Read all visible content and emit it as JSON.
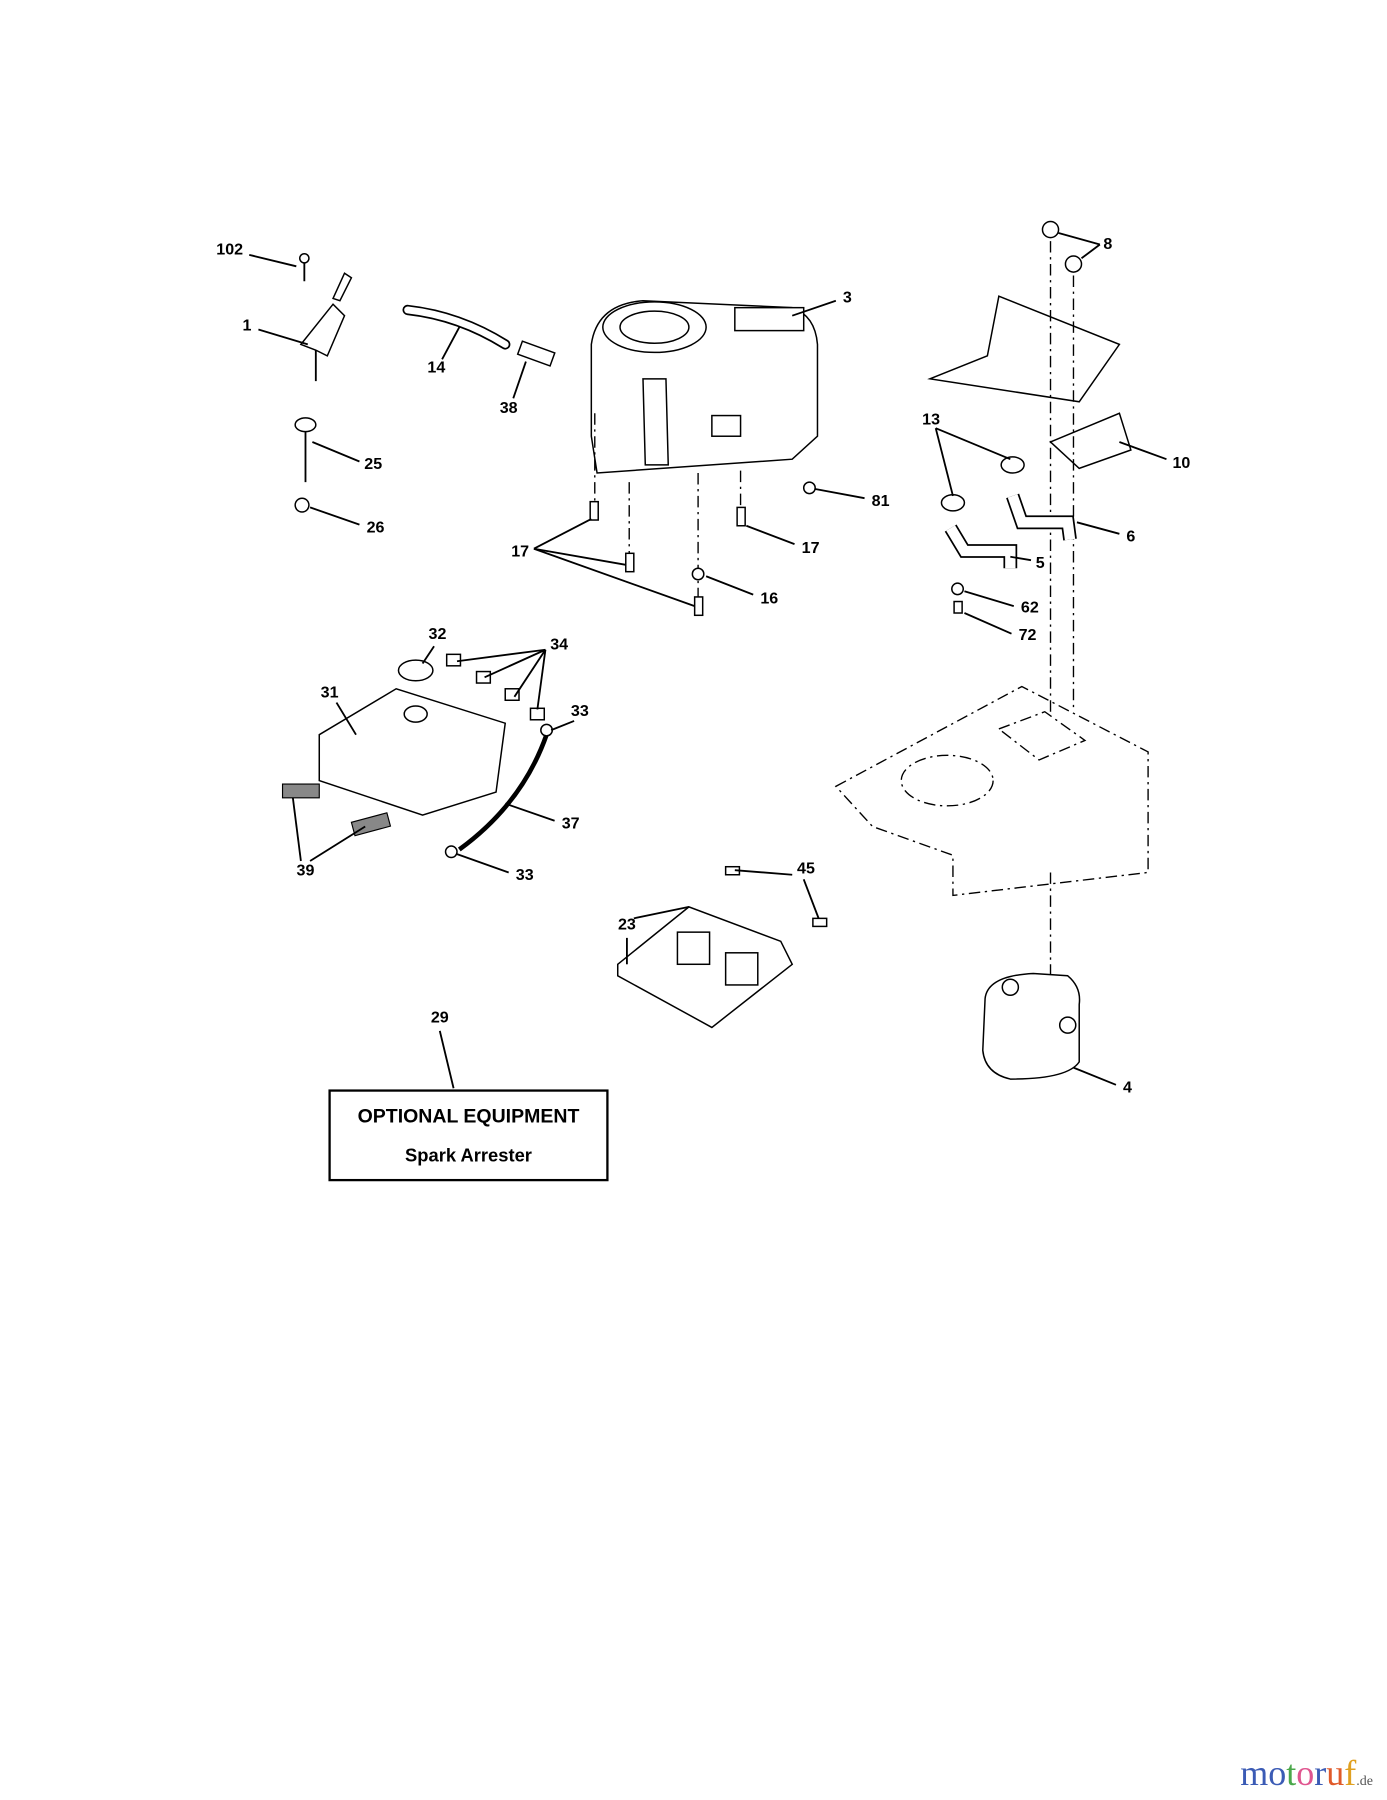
{
  "callouts": [
    "102",
    "1",
    "14",
    "38",
    "3",
    "25",
    "26",
    "81",
    "17",
    "17",
    "16",
    "8",
    "10",
    "13",
    "6",
    "5",
    "62",
    "72",
    "32",
    "34",
    "31",
    "33",
    "37",
    "39",
    "33",
    "45",
    "23",
    "29",
    "4"
  ],
  "optional_box": {
    "line1": "OPTIONAL EQUIPMENT",
    "line2": "Spark Arrester"
  },
  "logo": {
    "text": "motoruf",
    "tld": ".de",
    "colors": [
      "#3b5bb5",
      "#3b5bb5",
      "#4aa84a",
      "#e0558f",
      "#3b5bb5",
      "#e05a2a",
      "#e0a020"
    ]
  }
}
